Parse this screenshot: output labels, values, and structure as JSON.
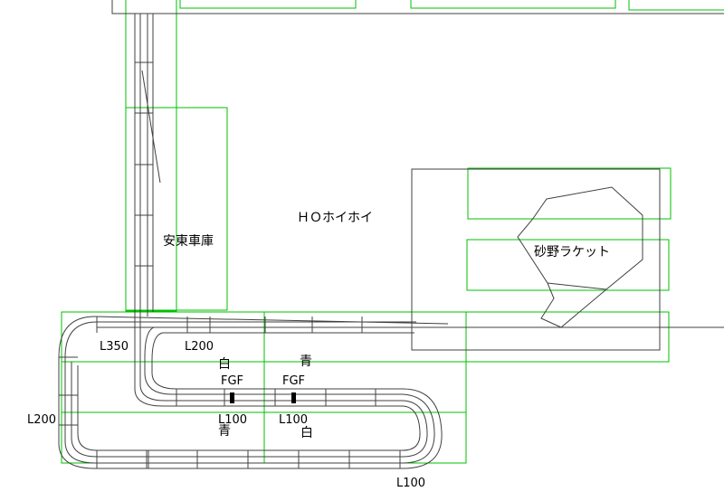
{
  "labels": {
    "area_name": "ＨＯホイホイ",
    "depot": "安東車庫",
    "station": "砂野ラケット",
    "track_l350": "L350",
    "track_l200_top": "L200",
    "track_l200_left": "L200",
    "track_l100_a": "L100",
    "track_l100_b": "L100",
    "track_l100_bottom": "L100",
    "fgf_a": "FGF",
    "fgf_b": "FGF",
    "color_white_top": "白",
    "color_blue_top": "青",
    "color_blue_bottom": "青",
    "color_white_bottom": "白"
  },
  "colors": {
    "line": "#404040",
    "frame": "#00c000",
    "text": "#000000"
  }
}
